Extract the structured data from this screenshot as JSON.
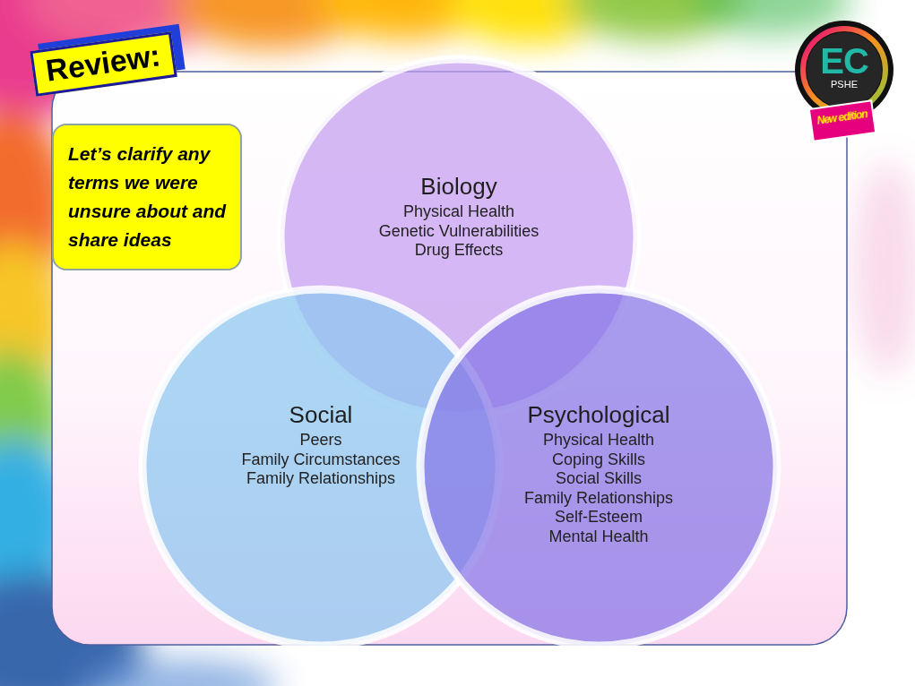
{
  "diagram": {
    "nodes": [
      {
        "text": [
          "Review:"
        ]
      },
      {
        "text": [
          "EC",
          "PSHE"
        ]
      },
      {
        "text": [
          "New edition"
        ],
        "in": 1
      },
      {
        "text": [
          "Let’s clarify any terms we were unsure about and share ideas"
        ]
      },
      {
        "text": [
          "Biology",
          "Physical Health",
          "Genetic Vulnerabilities",
          "Drug Effects"
        ]
      },
      {
        "text": [
          "Social",
          "Peers",
          "Family Circumstances",
          "Family Relationships"
        ]
      },
      {
        "text": [
          "Psychological",
          "Physical Health",
          "Coping Skills",
          "Social Skills",
          "Family Relationships",
          "Self-Esteem",
          "Mental Health"
        ]
      }
    ]
  }
}
